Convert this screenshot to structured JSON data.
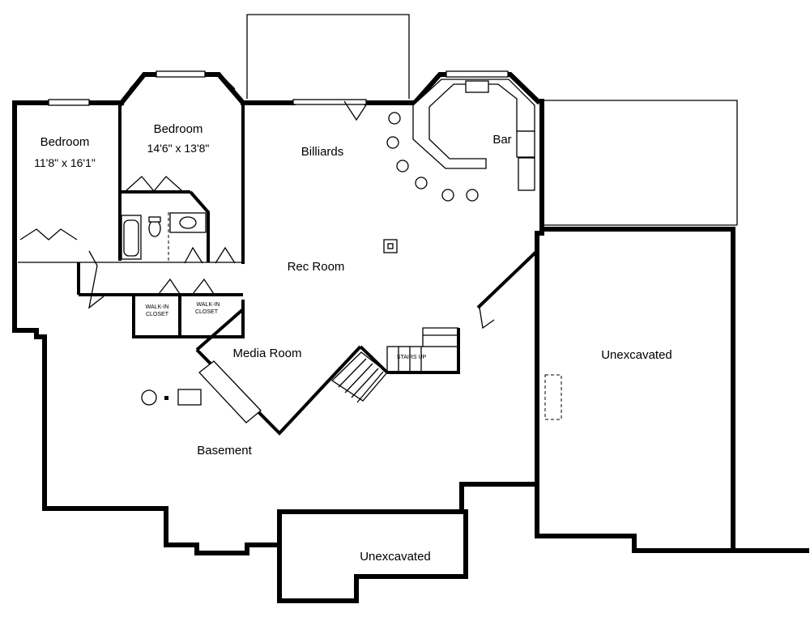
{
  "rooms": {
    "bedroom_left": {
      "name": "Bedroom",
      "dims": "11'8\" x 16'1\""
    },
    "bedroom_center": {
      "name": "Bedroom",
      "dims": "14'6\" x 13'8\""
    },
    "billiards": "Billiards",
    "bar": "Bar",
    "rec_room": "Rec Room",
    "media_room": "Media Room",
    "basement": "Basement",
    "unexcavated_right": "Unexcavated",
    "unexcavated_bottom": "Unexcavated"
  },
  "labels": {
    "walk_in_left": "WALK-IN",
    "closet_left": "CLOSET",
    "walk_in_right": "WALK-IN",
    "closet_right": "CLOSET",
    "stairs": "STAIRS UP"
  }
}
